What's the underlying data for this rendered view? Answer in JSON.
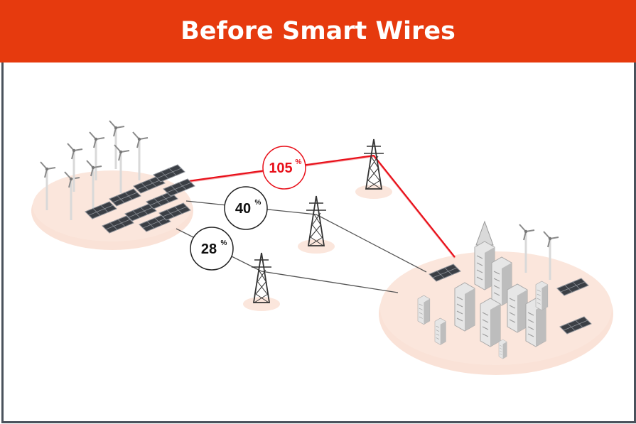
{
  "header": {
    "title": "Before Smart Wires"
  },
  "lines": [
    {
      "label": "105",
      "unit": "%",
      "color": "#e8101a",
      "status": "overloaded"
    },
    {
      "label": "40",
      "unit": "%",
      "color": "#111111"
    },
    {
      "label": "28",
      "unit": "%",
      "color": "#111111"
    }
  ],
  "colors": {
    "banner": "#e63a0e",
    "overload_line": "#e8101a",
    "normal_line": "#555555",
    "platform": "#fbe6dc",
    "frame": "#4a525c"
  }
}
